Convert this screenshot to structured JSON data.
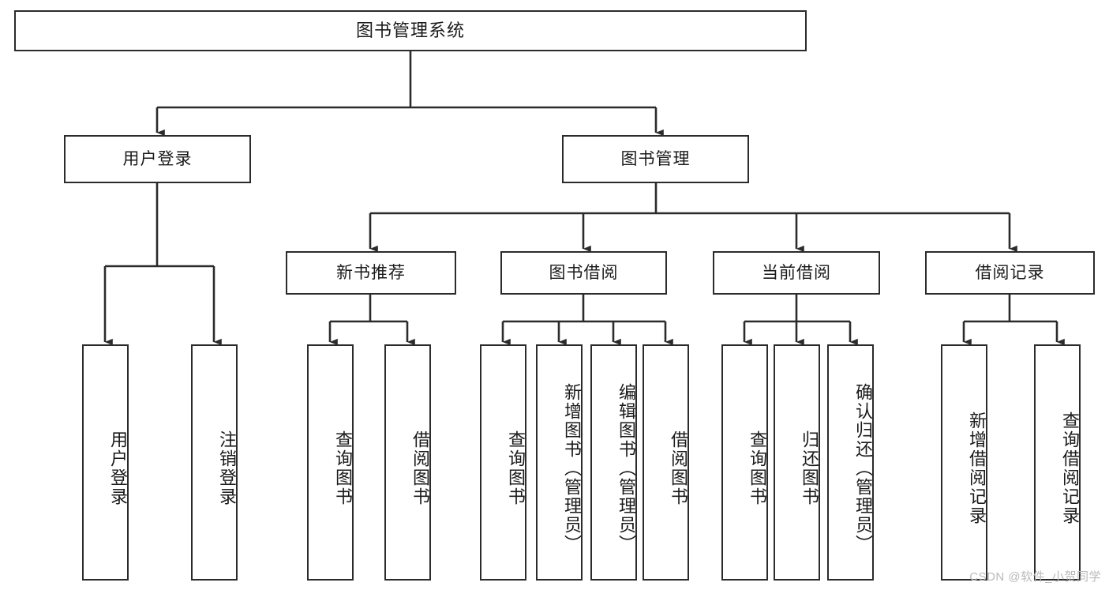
{
  "diagram": {
    "title": "图书管理系统",
    "type": "tree-hierarchy-chart",
    "orientation": "top-down",
    "watermark": "CSDN @软件_小贺同学",
    "colors": {
      "background": "#ffffff",
      "node_border": "#2b2b2b",
      "node_fill": "#ffffff",
      "edge": "#2b2b2b",
      "text": "#1a1a1a",
      "watermark": "#b9b9b9"
    }
  },
  "nodes": {
    "root": {
      "label": "图书管理系统",
      "level": 0
    },
    "level1": [
      {
        "id": "user-login",
        "label": "用户登录",
        "level": 1
      },
      {
        "id": "book-manage",
        "label": "图书管理",
        "level": 1
      }
    ],
    "level2": [
      {
        "id": "new-book-recommend",
        "label": "新书推荐",
        "level": 2,
        "parent": "book-manage"
      },
      {
        "id": "book-borrow",
        "label": "图书借阅",
        "level": 2,
        "parent": "book-manage"
      },
      {
        "id": "current-borrow",
        "label": "当前借阅",
        "level": 2,
        "parent": "book-manage"
      },
      {
        "id": "borrow-record",
        "label": "借阅记录",
        "level": 2,
        "parent": "book-manage"
      }
    ],
    "leaves": [
      {
        "id": "leaf-user-login",
        "label": "用户登录",
        "parent": "user-login"
      },
      {
        "id": "leaf-user-logout",
        "label": "注销登录",
        "parent": "user-login"
      },
      {
        "id": "leaf-query-book-1",
        "label": "查询图书",
        "parent": "new-book-recommend"
      },
      {
        "id": "leaf-borrow-book-1",
        "label": "借阅图书",
        "parent": "new-book-recommend"
      },
      {
        "id": "leaf-query-book-2",
        "label": "查询图书",
        "parent": "book-borrow"
      },
      {
        "id": "leaf-add-book",
        "label": "新增图书（管理员）",
        "parent": "book-borrow"
      },
      {
        "id": "leaf-edit-book",
        "label": "编辑图书（管理员）",
        "parent": "book-borrow"
      },
      {
        "id": "leaf-borrow-book-2",
        "label": "借阅图书",
        "parent": "book-borrow"
      },
      {
        "id": "leaf-query-book-3",
        "label": "查询图书",
        "parent": "current-borrow"
      },
      {
        "id": "leaf-return-book",
        "label": "归还图书",
        "parent": "current-borrow"
      },
      {
        "id": "leaf-confirm-return",
        "label": "确认归还（管理员）",
        "parent": "current-borrow"
      },
      {
        "id": "leaf-add-record",
        "label": "新增借阅记录",
        "parent": "borrow-record"
      },
      {
        "id": "leaf-query-record",
        "label": "查询借阅记录",
        "parent": "borrow-record"
      }
    ]
  },
  "edges": [
    {
      "from": "root",
      "to": "user-login"
    },
    {
      "from": "root",
      "to": "book-manage"
    },
    {
      "from": "user-login",
      "to": "leaf-user-login"
    },
    {
      "from": "user-login",
      "to": "leaf-user-logout"
    },
    {
      "from": "book-manage",
      "to": "new-book-recommend"
    },
    {
      "from": "book-manage",
      "to": "book-borrow"
    },
    {
      "from": "book-manage",
      "to": "current-borrow"
    },
    {
      "from": "book-manage",
      "to": "borrow-record"
    },
    {
      "from": "new-book-recommend",
      "to": "leaf-query-book-1"
    },
    {
      "from": "new-book-recommend",
      "to": "leaf-borrow-book-1"
    },
    {
      "from": "book-borrow",
      "to": "leaf-query-book-2"
    },
    {
      "from": "book-borrow",
      "to": "leaf-add-book"
    },
    {
      "from": "book-borrow",
      "to": "leaf-edit-book"
    },
    {
      "from": "book-borrow",
      "to": "leaf-borrow-book-2"
    },
    {
      "from": "current-borrow",
      "to": "leaf-query-book-3"
    },
    {
      "from": "current-borrow",
      "to": "leaf-return-book"
    },
    {
      "from": "current-borrow",
      "to": "leaf-confirm-return"
    },
    {
      "from": "borrow-record",
      "to": "leaf-add-record"
    },
    {
      "from": "borrow-record",
      "to": "leaf-query-record"
    }
  ]
}
